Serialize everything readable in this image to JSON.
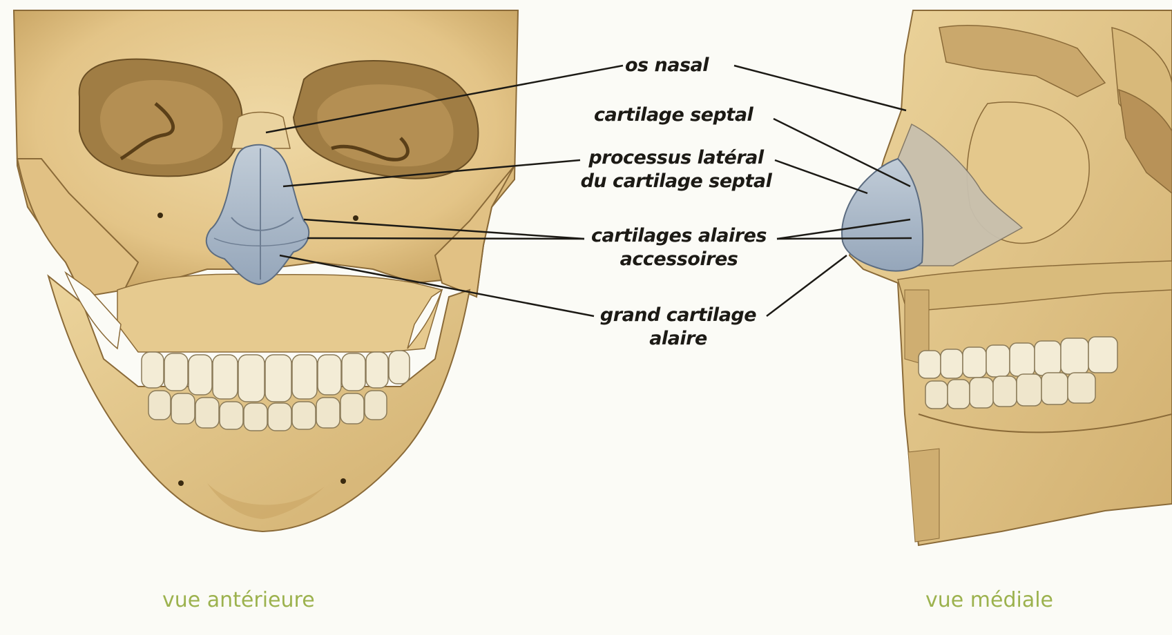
{
  "labels": {
    "nasal_bone": "os nasal",
    "septal_cartilage": "cartilage septal",
    "lateral_process_line1": "processus latéral",
    "lateral_process_line2": "du cartilage septal",
    "accessory_alar_line1": "cartilages alaires",
    "accessory_alar_line2": "accessoires",
    "major_alar_line1": "grand cartilage",
    "major_alar_line2": "alaire"
  },
  "captions": {
    "anterior": "vue antérieure",
    "medial": "vue médiale"
  },
  "colors": {
    "background": "#fbfbf6",
    "bone": "#e9cf98",
    "bone_shadow": "#c9a564",
    "bone_outline": "#8a6a38",
    "cartilage": "#a9b7c7",
    "septal_cartilage": "#c8c0ae",
    "leader_line": "#1c1a15",
    "caption": "#9cb24e"
  }
}
